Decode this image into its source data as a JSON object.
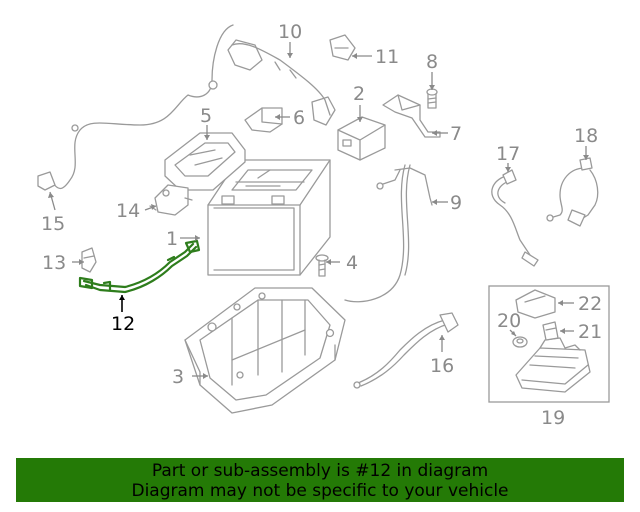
{
  "callouts": [
    {
      "id": "c1",
      "text": "1",
      "highlight": false
    },
    {
      "id": "c2",
      "text": "2",
      "highlight": false
    },
    {
      "id": "c3",
      "text": "3",
      "highlight": false
    },
    {
      "id": "c4",
      "text": "4",
      "highlight": false
    },
    {
      "id": "c5",
      "text": "5",
      "highlight": false
    },
    {
      "id": "c6",
      "text": "6",
      "highlight": false
    },
    {
      "id": "c7",
      "text": "7",
      "highlight": false
    },
    {
      "id": "c8",
      "text": "8",
      "highlight": false
    },
    {
      "id": "c9",
      "text": "9",
      "highlight": false
    },
    {
      "id": "c10",
      "text": "10",
      "highlight": false
    },
    {
      "id": "c11",
      "text": "11",
      "highlight": false
    },
    {
      "id": "c12",
      "text": "12",
      "highlight": true
    },
    {
      "id": "c13",
      "text": "13",
      "highlight": false
    },
    {
      "id": "c14",
      "text": "14",
      "highlight": false
    },
    {
      "id": "c15",
      "text": "15",
      "highlight": false
    },
    {
      "id": "c16",
      "text": "16",
      "highlight": false
    },
    {
      "id": "c17",
      "text": "17",
      "highlight": false
    },
    {
      "id": "c18",
      "text": "18",
      "highlight": false
    },
    {
      "id": "c19",
      "text": "19",
      "highlight": false
    },
    {
      "id": "c20",
      "text": "20",
      "highlight": false
    },
    {
      "id": "c21",
      "text": "21",
      "highlight": false
    },
    {
      "id": "c22",
      "text": "22",
      "highlight": false
    }
  ],
  "colors": {
    "banner_bg": "#247a06",
    "highlight_part": "#2e7d1c",
    "line_art": "#9a9a9a"
  },
  "footer": {
    "line1": "Part or sub-assembly is #12 in diagram",
    "line2": "Diagram may not be specific to your vehicle"
  }
}
